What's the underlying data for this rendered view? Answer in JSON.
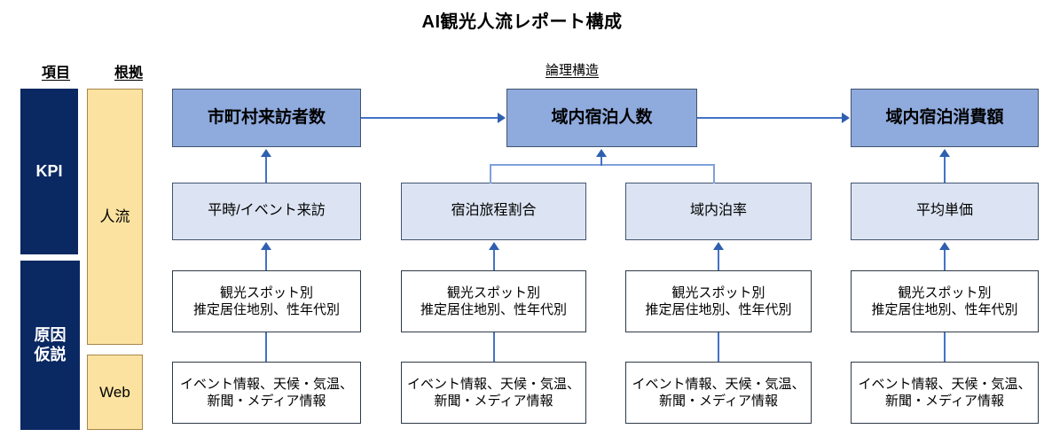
{
  "title": "AI観光人流レポート構成",
  "column_headers": {
    "item": "項目",
    "basis": "根拠",
    "logic": "論理構造"
  },
  "item_column": {
    "kpi": "KPI",
    "hypothesis": "原因仮説"
  },
  "basis_column": {
    "flow": "人流",
    "web": "Web"
  },
  "rows": {
    "kpi_row": [
      {
        "label": "市町村来訪者数"
      },
      {
        "label": "域内宿泊人数"
      },
      {
        "label": "域内宿泊消費額"
      }
    ],
    "driver_row": [
      {
        "label": "平時/イベント来訪"
      },
      {
        "label": "宿泊旅程割合"
      },
      {
        "label": "域内泊率"
      },
      {
        "label": "平均単価"
      }
    ],
    "segment_row": [
      {
        "line1": "観光スポット別",
        "line2": "推定居住地別、性年代別"
      },
      {
        "line1": "観光スポット別",
        "line2": "推定居住地別、性年代別"
      },
      {
        "line1": "観光スポット別",
        "line2": "推定居住地別、性年代別"
      },
      {
        "line1": "観光スポット別",
        "line2": "推定居住地別、性年代別"
      }
    ],
    "source_row": [
      {
        "line1": "イベント情報、天候・気温、",
        "line2": "新聞・メディア情報"
      },
      {
        "line1": "イベント情報、天候・気温、",
        "line2": "新聞・メディア情報"
      },
      {
        "line1": "イベント情報、天候・気温、",
        "line2": "新聞・メディア情報"
      },
      {
        "line1": "イベント情報、天候・気温、",
        "line2": "新聞・メディア情報"
      }
    ]
  },
  "colors": {
    "navy": "#0A2862",
    "yellow": "#FBE2A0",
    "kpi_blue": "#8FAADC",
    "driver_blue": "#DCE4F3",
    "connector_blue": "#4472C4",
    "arrow_blue": "#2E5FB0",
    "box_border": "#41546F",
    "white_box_border": "#2E3A47"
  }
}
